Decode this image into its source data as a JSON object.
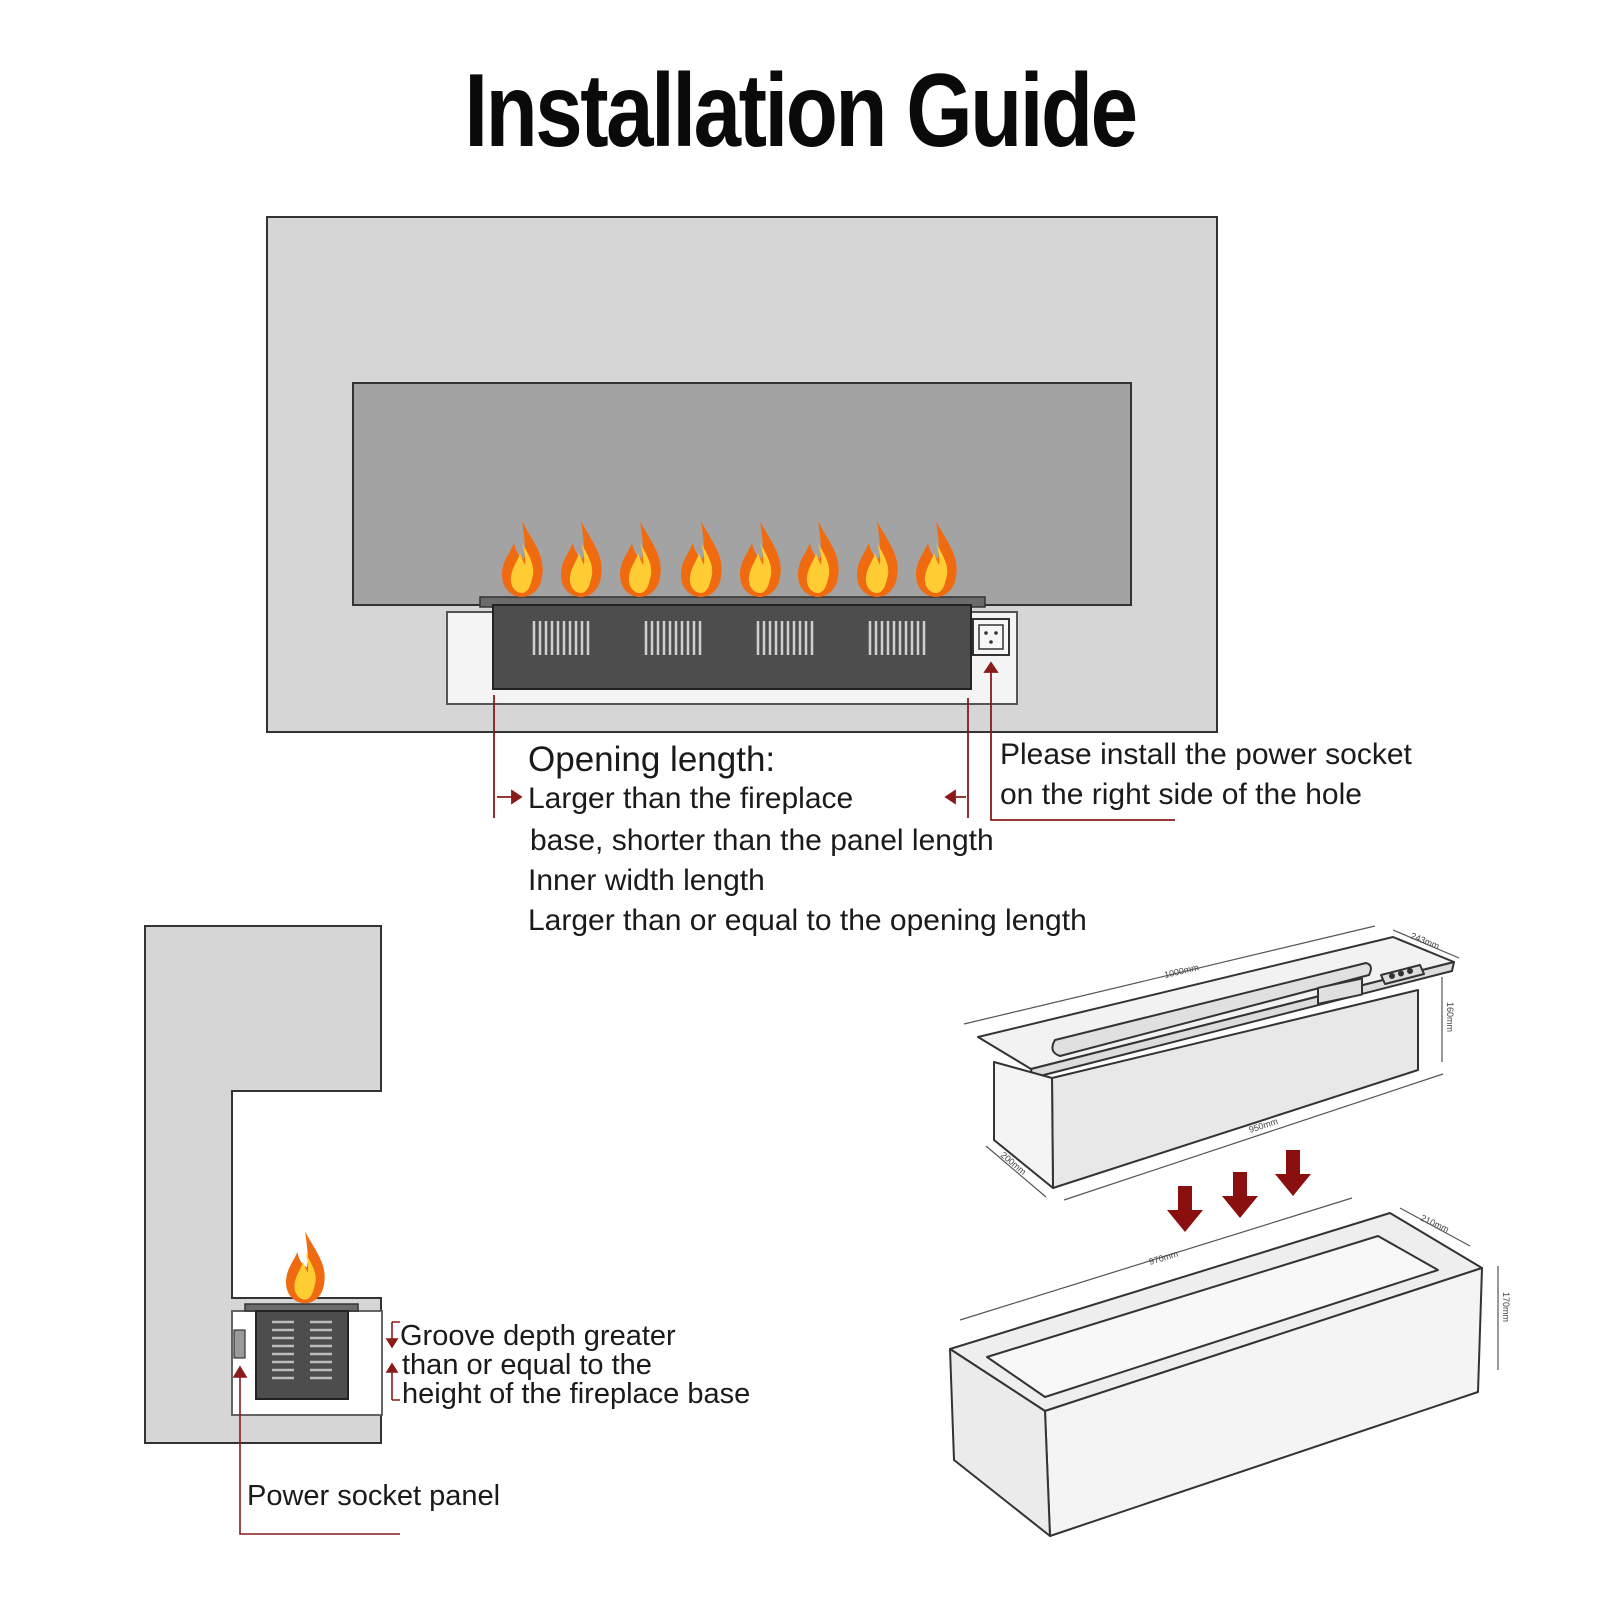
{
  "title": "Installation Guide",
  "opening": {
    "heading": "Opening length:",
    "line1": "Larger than the fireplace",
    "line2": "base, shorter than the panel length",
    "line3": "Inner width length",
    "line4": "Larger than or equal to the opening length"
  },
  "socket_note": {
    "line1": "Please install the power socket",
    "line2": "on the right side of the hole"
  },
  "groove_note": {
    "line1": "Groove depth greater",
    "line2": "than or equal to the",
    "line3": "height of the fireplace base"
  },
  "panel_label": "Power socket panel",
  "dimensions": {
    "top_length": "1000mm",
    "top_depth": "243mm",
    "height": "160mm",
    "body_length": "950mm",
    "body_depth": "200mm",
    "slot_length": "970mm",
    "slot_depth": "210mm",
    "slot_height": "170mm"
  },
  "colors": {
    "wall": "#d6d6d6",
    "opening": "#a3a3a3",
    "burner": "#4d4d4d",
    "leader": "#8b1a1a",
    "arrow": "#8a1010",
    "flame_outer": "#f06a10",
    "flame_inner": "#ffcc33"
  }
}
